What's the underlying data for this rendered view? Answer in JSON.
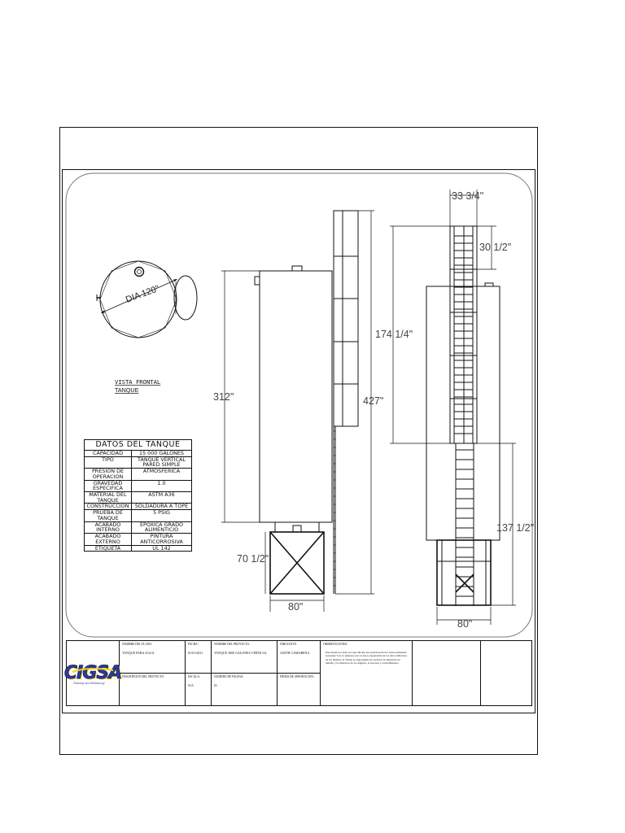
{
  "front_view": {
    "diameter_label": "DIA 120\"",
    "caption_line1": "VISTA FRONTAL",
    "caption_line2": "TANQUE"
  },
  "dimensions": {
    "tank_height": "312\"",
    "stand_height": "70 1/2\"",
    "stand_width": "80\"",
    "overall_height": "427\"",
    "ladder_width": "33 3/4\"",
    "cage_step": "30 1/2\"",
    "cage_height": "174 1/4\"",
    "lower_ladder_height": "137 1/2\"",
    "side_stand_width": "80\""
  },
  "datos_table": {
    "title": "DATOS DEL TANQUE",
    "rows": [
      {
        "label": "CAPACIDAD",
        "value": "15 000 GALONES"
      },
      {
        "label": "TIPO",
        "value": "TANQUE VERTICAL PARED SIMPLE"
      },
      {
        "label": "PRESION DE OPERACION",
        "value": "ATMOSFERICA"
      },
      {
        "label": "GRAVEDAD ESPECIFICA",
        "value": "1.0"
      },
      {
        "label": "MATERIAL DEL TANQUE",
        "value": "ASTM A36"
      },
      {
        "label": "CONSTRUCCION",
        "value": "SOLDADURA A TOPE"
      },
      {
        "label": "PRUEBA DE TANQUE",
        "value": "5 PSIG"
      },
      {
        "label": "ACABADO INTERNO",
        "value": "EPOXICA GRADO ALIMENTICIO"
      },
      {
        "label": "ACABADO EXTERNO",
        "value": "PINTURA ANTICORROSIVA"
      },
      {
        "label": "ETIQUETA",
        "value": "UL 142"
      }
    ]
  },
  "title_block": {
    "logo_text": "CIGSA",
    "logo_tagline": "Tanking and Metalurgy",
    "nombre_plano_label": "NOMBRE DEL PLANO:",
    "nombre_plano_value": "TANQUE PARA AGUA",
    "descripcion_label": "DESCRIPCION DEL PROYECTO:",
    "descripcion_value": "",
    "fecha_label": "FECHA:",
    "fecha_value": "01/01/2021",
    "escala_label": "ESCALA:",
    "escala_value": "N/A",
    "proyecto_label": "NOMBRE DEL PROYECTO:",
    "proyecto_value": "TANQUE 3000 GALONES VERTICAL",
    "pagina_label": "NUMERO DE PAGINA:",
    "pagina_value": "01",
    "dibujante_label": "DIBUJANTE:",
    "dibujante_value": "ANITH CAMARENA",
    "firma_label": "FIRMA DE APROBACION:",
    "firma_value": "",
    "observaciones_label": "OBSERVACIONES:",
    "observaciones_value": "Este diseño no debe ser reproducido sin autorización de Centro Industrial Gonzalez S.A. la empresa solo se hace responsable de los datos indicados en los diseños, el cliente es responsable de verificar la existencia en tamaño y localización de los ángulos, accesorios y recubrimientos."
  },
  "colors": {
    "line": "#111111",
    "logo_blue": "#2a3aa8",
    "logo_yellow": "#f2d21b"
  }
}
